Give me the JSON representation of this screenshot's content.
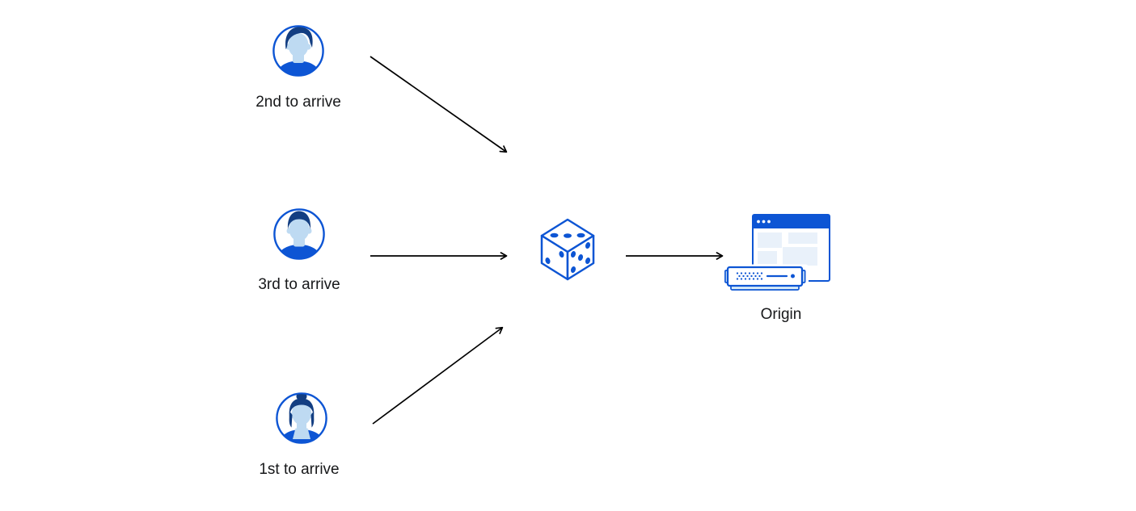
{
  "nodes": {
    "clients": [
      {
        "label": "2nd to arrive",
        "icon": "avatar-man-swept-hair-icon"
      },
      {
        "label": "3rd to arrive",
        "icon": "avatar-man-short-hair-icon"
      },
      {
        "label": "1st to arrive",
        "icon": "avatar-woman-bun-icon"
      }
    ],
    "selector": {
      "icon": "dice-icon"
    },
    "origin": {
      "label": "Origin",
      "icon": "origin-server-browser-icon"
    }
  },
  "colors": {
    "primary_blue": "#0d55d4",
    "hair_navy": "#133e82",
    "skin_light_blue": "#bedaf2",
    "panel_pale_blue": "#e9f1fa",
    "server_light_blue": "#d9ecf9",
    "arrow_black": "#000000",
    "text_black": "#17181a",
    "background": "#ffffff"
  }
}
